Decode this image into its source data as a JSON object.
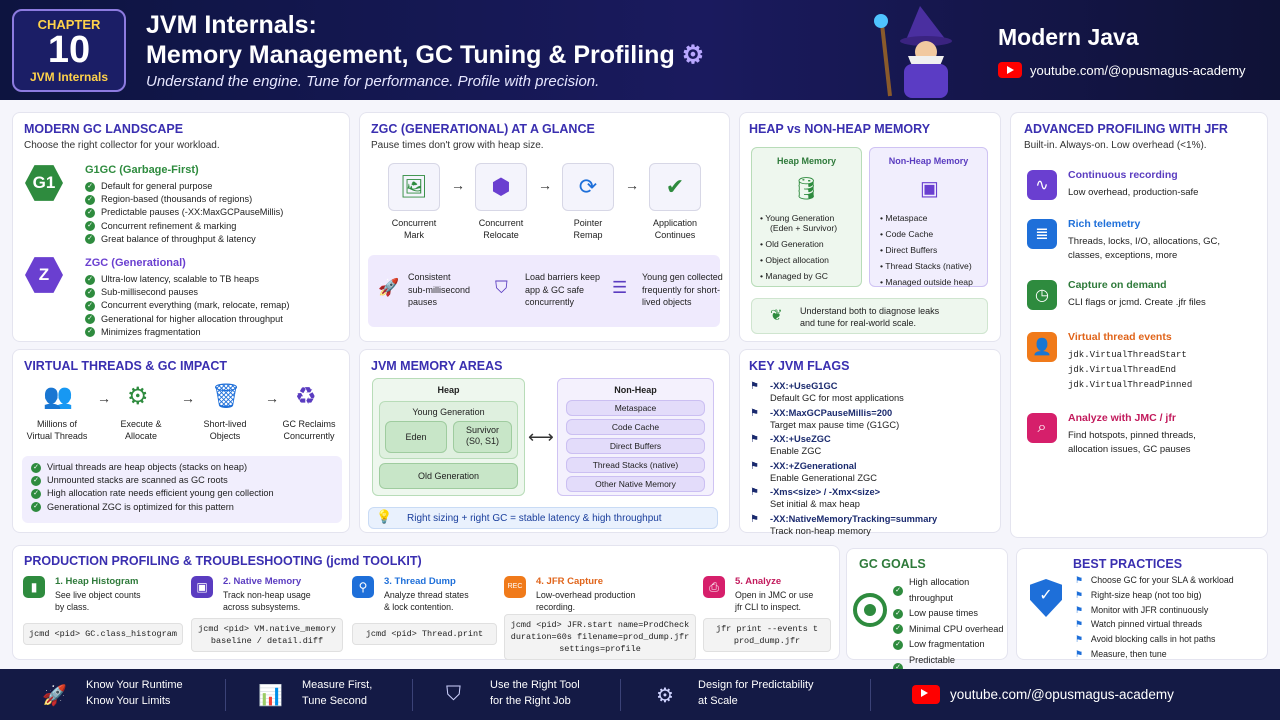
{
  "header": {
    "chapter_label": "CHAPTER",
    "chapter_num": "10",
    "chapter_sub": "JVM Internals",
    "title1": "JVM Internals:",
    "title2": "Memory Management, GC Tuning & Profiling",
    "subtitle": "Understand the engine. Tune for performance. Profile with precision.",
    "brand": "Modern Java",
    "channel": "youtube.com/@opusmagus-academy"
  },
  "gc": {
    "title": "MODERN GC LANDSCAPE",
    "sub": "Choose the right collector for your workload.",
    "g1": {
      "badge": "G1",
      "name": "G1GC (Garbage-First)",
      "items": [
        "Default for general purpose",
        "Region-based (thousands of regions)",
        "Predictable pauses (-XX:MaxGCPauseMillis)",
        "Concurrent refinement & marking",
        "Great balance of throughput & latency"
      ]
    },
    "z": {
      "badge": "Z",
      "name": "ZGC (Generational)",
      "items": [
        "Ultra-low latency, scalable to TB heaps",
        "Sub-millisecond pauses",
        "Concurrent everything (mark, relocate, remap)",
        "Generational for higher allocation throughput",
        "Minimizes fragmentation"
      ]
    }
  },
  "zgc": {
    "title": "ZGC (GENERATIONAL) AT A GLANCE",
    "sub": "Pause times don't grow with heap size.",
    "steps": [
      [
        "Concurrent",
        "Mark"
      ],
      [
        "Concurrent",
        "Relocate"
      ],
      [
        "Pointer",
        "Remap"
      ],
      [
        "Application",
        "Continues"
      ]
    ],
    "feats": [
      [
        "Consistent",
        "sub-millisecond",
        "pauses"
      ],
      [
        "Load barriers keep",
        "app & GC safe",
        "concurrently"
      ],
      [
        "Young gen collected",
        "frequently for short-",
        "lived objects"
      ]
    ]
  },
  "heap": {
    "title": "HEAP vs NON-HEAP MEMORY",
    "h_title": "Heap Memory",
    "n_title": "Non-Heap Memory",
    "h_items": [
      "Young Generation",
      "(Eden + Survivor)",
      "Old Generation",
      "Object allocation",
      "Managed by GC"
    ],
    "n_items": [
      "Metaspace",
      "Code Cache",
      "Direct Buffers",
      "Thread Stacks (native)",
      "Managed outside heap"
    ],
    "note1": "Understand both to diagnose leaks",
    "note2": "and tune for real-world scale."
  },
  "jfr": {
    "title": "ADVANCED PROFILING WITH JFR",
    "sub": "Built-in. Always-on. Low overhead (<1%).",
    "items": [
      {
        "t": "Continuous recording",
        "d": [
          "Low overhead, production-safe"
        ]
      },
      {
        "t": "Rich telemetry",
        "d": [
          "Threads, locks, I/O, allocations, GC,",
          "classes, exceptions, more"
        ]
      },
      {
        "t": "Capture on demand",
        "d": [
          "CLI flags or jcmd. Create .jfr files"
        ]
      },
      {
        "t": "Virtual thread events",
        "d": [
          "jdk.VirtualThreadStart",
          "jdk.VirtualThreadEnd",
          "jdk.VirtualThreadPinned"
        ]
      },
      {
        "t": "Analyze with JMC / jfr",
        "d": [
          "Find hotspots, pinned threads,",
          "allocation issues, GC pauses"
        ]
      }
    ]
  },
  "vt": {
    "title": "VIRTUAL THREADS & GC IMPACT",
    "steps": [
      [
        "Millions of",
        "Virtual Threads"
      ],
      [
        "Execute &",
        "Allocate"
      ],
      [
        "Short-lived",
        "Objects"
      ],
      [
        "GC Reclaims",
        "Concurrently"
      ]
    ],
    "items": [
      "Virtual threads are heap objects (stacks on heap)",
      "Unmounted stacks are scanned as GC roots",
      "High allocation rate needs efficient young gen collection",
      "Generational ZGC is optimized for this pattern"
    ]
  },
  "areas": {
    "title": "JVM MEMORY AREAS",
    "heap": "Heap",
    "young": "Young Generation",
    "eden": "Eden",
    "survivor": "Survivor",
    "survivor2": "(S0, S1)",
    "old": "Old Generation",
    "nonheap": "Non-Heap",
    "nh": [
      "Metaspace",
      "Code Cache",
      "Direct Buffers",
      "Thread Stacks (native)",
      "Other Native Memory"
    ],
    "tip": "Right sizing + right GC = stable latency & high throughput"
  },
  "flags": {
    "title": "KEY JVM FLAGS",
    "items": [
      [
        "-XX:+UseG1GC",
        "Default GC for most applications"
      ],
      [
        "-XX:MaxGCPauseMillis=200",
        "Target max pause time (G1GC)"
      ],
      [
        "-XX:+UseZGC",
        "Enable ZGC"
      ],
      [
        "-XX:+ZGenerational",
        "Enable Generational ZGC"
      ],
      [
        "-Xms<size> / -Xmx<size>",
        "Set initial & max heap"
      ],
      [
        "-XX:NativeMemoryTracking=summary",
        "Track non-heap memory"
      ]
    ]
  },
  "prod": {
    "title": "PRODUCTION PROFILING & TROUBLESHOOTING (jcmd TOOLKIT)",
    "steps": [
      {
        "t": "1. Heap Histogram",
        "d": [
          "See live object counts",
          "by class."
        ],
        "c": [
          "jcmd <pid> GC.class_histogram"
        ]
      },
      {
        "t": "2. Native Memory",
        "d": [
          "Track non-heap usage",
          "across subsystems."
        ],
        "c": [
          "jcmd <pid> VM.native_memory",
          "baseline / detail.diff"
        ]
      },
      {
        "t": "3. Thread Dump",
        "d": [
          "Analyze thread states",
          "& lock contention."
        ],
        "c": [
          "jcmd <pid> Thread.print"
        ]
      },
      {
        "t": "4. JFR Capture",
        "d": [
          "Low-overhead production",
          "recording."
        ],
        "c": [
          "jcmd <pid> JFR.start name=ProdCheck",
          "duration=60s filename=prod_dump.jfr",
          "settings=profile"
        ]
      },
      {
        "t": "5. Analyze",
        "d": [
          "Open in JMC or use",
          "jfr CLI to inspect."
        ],
        "c": [
          "jfr print --events t",
          "prod_dump.jfr"
        ]
      }
    ]
  },
  "goals": {
    "title": "GC GOALS",
    "items": [
      "High allocation throughput",
      "Low pause times",
      "Minimal CPU overhead",
      "Low fragmentation",
      "Predictable performance"
    ]
  },
  "best": {
    "title": "BEST PRACTICES",
    "items": [
      "Choose GC for your SLA & workload",
      "Right-size heap (not too big)",
      "Monitor with JFR continuously",
      "Watch pinned virtual threads",
      "Avoid blocking calls in hot paths",
      "Measure, then tune"
    ]
  },
  "footer": {
    "items": [
      [
        "Know Your Runtime",
        "Know Your Limits"
      ],
      [
        "Measure First,",
        "Tune Second"
      ],
      [
        "Use the Right Tool",
        "for the Right Job"
      ],
      [
        "Design for Predictability",
        "at Scale"
      ]
    ],
    "channel": "youtube.com/@opusmagus-academy"
  },
  "colors": {
    "accent": "#3a2fb0",
    "green": "#2e8b3e",
    "purple": "#6a3fd0"
  }
}
